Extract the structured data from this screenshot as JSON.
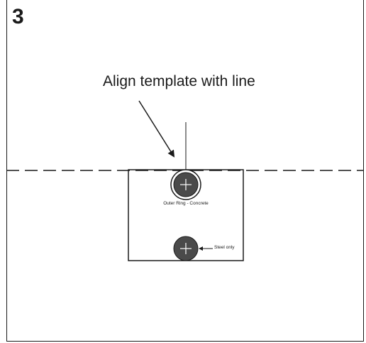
{
  "step": {
    "number": "3"
  },
  "instruction": {
    "text": "Align template with line"
  },
  "template": {
    "outer_ring_label": "Outer Ring - Concrete",
    "steel_label": "Steel only"
  },
  "colors": {
    "ink": "#1a1a1a",
    "hole_fill": "#4a4a4a",
    "crosshair": "#ffffff"
  },
  "icons": {
    "outer_hole": "crosshair-circle-icon",
    "steel_hole": "crosshair-circle-icon",
    "pointer": "arrow-icon"
  }
}
